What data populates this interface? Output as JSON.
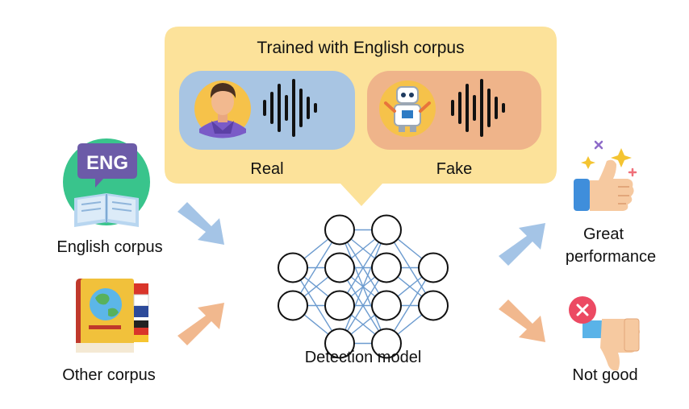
{
  "training_box": {
    "title": "Trained with English corpus",
    "real_label": "Real",
    "fake_label": "Fake"
  },
  "inputs": {
    "english_label": "English corpus",
    "eng_badge": "ENG",
    "other_label": "Other corpus"
  },
  "model": {
    "label": "Detection model",
    "layers": [
      2,
      4,
      4,
      2
    ]
  },
  "outcomes": {
    "good_line1": "Great",
    "good_line2": "performance",
    "bad_label": "Not good"
  },
  "icons": {
    "real": "person-avatar-icon",
    "fake": "robot-avatar-icon",
    "wave": "sound-wave-icon",
    "english": "english-book-icon",
    "other": "world-book-icon",
    "good": "thumbs-up-icon",
    "bad": "thumbs-down-icon"
  },
  "colors": {
    "callout": "#FCE29A",
    "real_panel": "#A8C5E3",
    "fake_panel": "#EFB48A",
    "arrow_blue": "#A4C4E6",
    "arrow_orange": "#F1B88E",
    "node_line": "#111111",
    "edge_line": "#6C9BCF"
  }
}
